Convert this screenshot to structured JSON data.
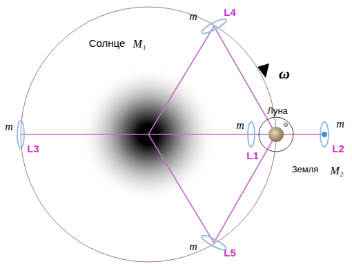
{
  "diagram": {
    "labels": [
      "Солнце",
      "M₁",
      "Луна",
      "Земля",
      "M₂",
      "ω",
      "L4",
      "L3",
      "L1",
      "L2",
      "L5",
      "m",
      "m",
      "m",
      "m",
      "m"
    ]
  }
}
